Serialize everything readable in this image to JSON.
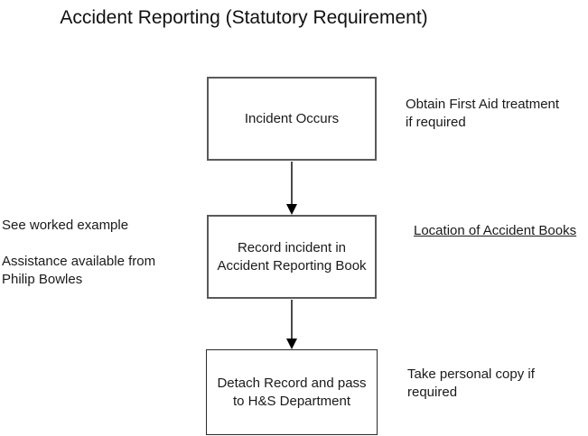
{
  "title": "Accident Reporting (Statutory Requirement)",
  "flowchart": {
    "boxes": [
      {
        "id": "incident-occurs",
        "lines": [
          "Incident Occurs",
          ""
        ]
      },
      {
        "id": "record-incident",
        "lines": [
          "Record incident in",
          "Accident Reporting Book"
        ]
      },
      {
        "id": "detach-record",
        "lines": [
          "Detach Record and pass",
          "to H&S Department"
        ]
      }
    ],
    "connectors": [
      {
        "from": "incident-occurs",
        "to": "record-incident",
        "style": "arrow-down"
      },
      {
        "from": "record-incident",
        "to": "detach-record",
        "style": "arrow-down"
      }
    ]
  },
  "side_notes": {
    "right": [
      {
        "lines": [
          "Obtain First Aid treatment",
          "if required"
        ],
        "underlined": false
      },
      {
        "lines": [
          "Location of Accident Books",
          ""
        ],
        "underlined": true
      },
      {
        "lines": [
          "Take personal copy if",
          "required"
        ],
        "underlined": false
      }
    ],
    "left": [
      {
        "lines": [
          "See worked example",
          ""
        ]
      },
      {
        "lines": [
          "Assistance available from",
          "Philip Bowles"
        ]
      }
    ]
  },
  "colors": {
    "background": "#ffffff",
    "box_border": "#5a5a5a",
    "text": "#1a1a1a",
    "arrow_line": "#4a4a4a",
    "arrow_head": "#000000"
  }
}
